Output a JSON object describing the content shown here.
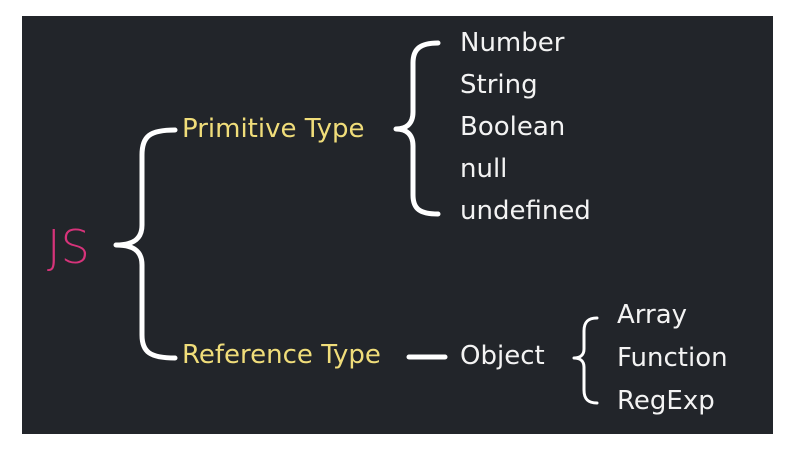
{
  "root": {
    "label": "JS"
  },
  "categories": [
    {
      "label": "Primitive Type",
      "children": [
        "Number",
        "String",
        "Boolean",
        "null",
        "undefined"
      ]
    },
    {
      "label": "Reference Type",
      "child": {
        "label": "Object",
        "children": [
          "Array",
          "Function",
          "RegExp"
        ]
      }
    }
  ],
  "colors": {
    "background": "#22252a",
    "root": "#d6337a",
    "category": "#f0dd7a",
    "leaf": "#f3f3f3",
    "connector": "#ffffff"
  }
}
